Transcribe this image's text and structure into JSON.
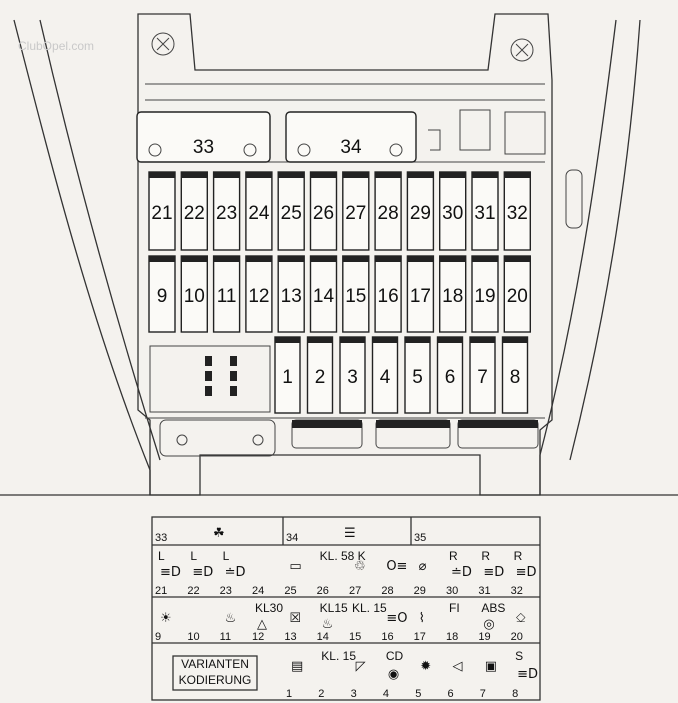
{
  "watermark": "ClubOpel.com",
  "relay_blocks": [
    "33",
    "34"
  ],
  "fuses_top_row": [
    "21",
    "22",
    "23",
    "24",
    "25",
    "26",
    "27",
    "28",
    "29",
    "30",
    "31",
    "32"
  ],
  "fuses_mid_row": [
    "9",
    "10",
    "11",
    "12",
    "13",
    "14",
    "15",
    "16",
    "17",
    "18",
    "19",
    "20"
  ],
  "fuses_bottom_row": [
    "1",
    "2",
    "3",
    "4",
    "5",
    "6",
    "7",
    "8"
  ],
  "legend": {
    "headers": [
      {
        "num": "33",
        "icon": "fan-icon"
      },
      {
        "num": "34",
        "icon": "rear-defrost-icon"
      },
      {
        "num": "35",
        "icon": ""
      }
    ],
    "row1": [
      {
        "num": "21",
        "top": "L",
        "icon": "low-beam-icon"
      },
      {
        "num": "22",
        "top": "L",
        "icon": "high-beam-icon"
      },
      {
        "num": "23",
        "top": "L",
        "icon": "side-light-icon"
      },
      {
        "num": "24",
        "top": "",
        "icon": ""
      },
      {
        "num": "25",
        "top": "",
        "icon": "car-icon"
      },
      {
        "num": "26",
        "top": "KL. 58 K",
        "icon": ""
      },
      {
        "num": "27",
        "top": "",
        "icon": "car-wash-icon"
      },
      {
        "num": "28",
        "top": "",
        "icon": "rear-fog-icon"
      },
      {
        "num": "29",
        "top": "",
        "icon": "horn-icon"
      },
      {
        "num": "30",
        "top": "R",
        "icon": "side-light-icon"
      },
      {
        "num": "31",
        "top": "R",
        "icon": "high-beam-icon"
      },
      {
        "num": "32",
        "top": "R",
        "icon": "low-beam-icon"
      }
    ],
    "row2": [
      {
        "num": "9",
        "label": "",
        "icon": "sun-icon"
      },
      {
        "num": "10",
        "label": "",
        "icon": ""
      },
      {
        "num": "11",
        "label": "",
        "icon": "heated-window-icon"
      },
      {
        "num": "12",
        "label": "KL30",
        "icon": "hazard-icon"
      },
      {
        "num": "13",
        "label": "",
        "icon": "mirror-adjust-icon"
      },
      {
        "num": "14",
        "label": "KL15",
        "icon": "heated-seat-icon"
      },
      {
        "num": "15",
        "label": "KL. 15",
        "icon": ""
      },
      {
        "num": "16",
        "label": "",
        "icon": "fog-light-icon"
      },
      {
        "num": "17",
        "label": "",
        "icon": "washer-icon"
      },
      {
        "num": "18",
        "label": "FI",
        "icon": ""
      },
      {
        "num": "19",
        "label": "ABS",
        "icon": "abs-icon"
      },
      {
        "num": "20",
        "label": "",
        "icon": "seat-icon"
      }
    ],
    "row3": [
      {
        "num": "1",
        "label": "",
        "icon": "power-window-icon"
      },
      {
        "num": "2",
        "label": "KL. 15",
        "icon": ""
      },
      {
        "num": "3",
        "label": "",
        "icon": "wiper-icon"
      },
      {
        "num": "4",
        "label": "CD",
        "icon": "cd-icon"
      },
      {
        "num": "5",
        "label": "",
        "icon": "interior-light-icon"
      },
      {
        "num": "6",
        "label": "",
        "icon": "speaker-icon"
      },
      {
        "num": "7",
        "label": "",
        "icon": "central-lock-icon"
      },
      {
        "num": "8",
        "label": "S",
        "icon": "headlight-icon"
      }
    ],
    "coding_line1": "VARIANTEN",
    "coding_line2": "KODIERUNG"
  }
}
